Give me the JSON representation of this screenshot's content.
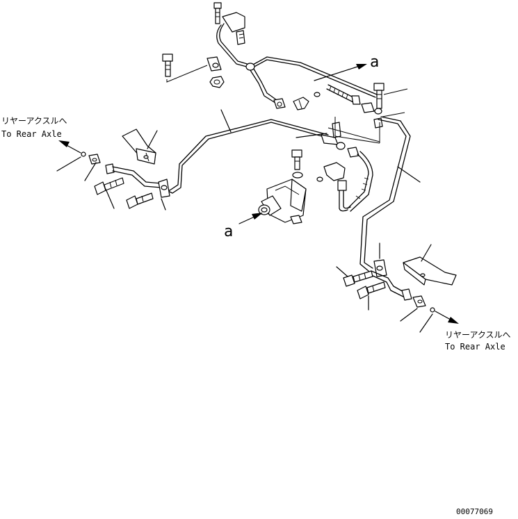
{
  "labels": {
    "to_rear_axle_jp": "リヤーアクスルへ",
    "to_rear_axle_en": "To Rear Axle",
    "ref_a": "a",
    "drawing_number": "00077069"
  }
}
